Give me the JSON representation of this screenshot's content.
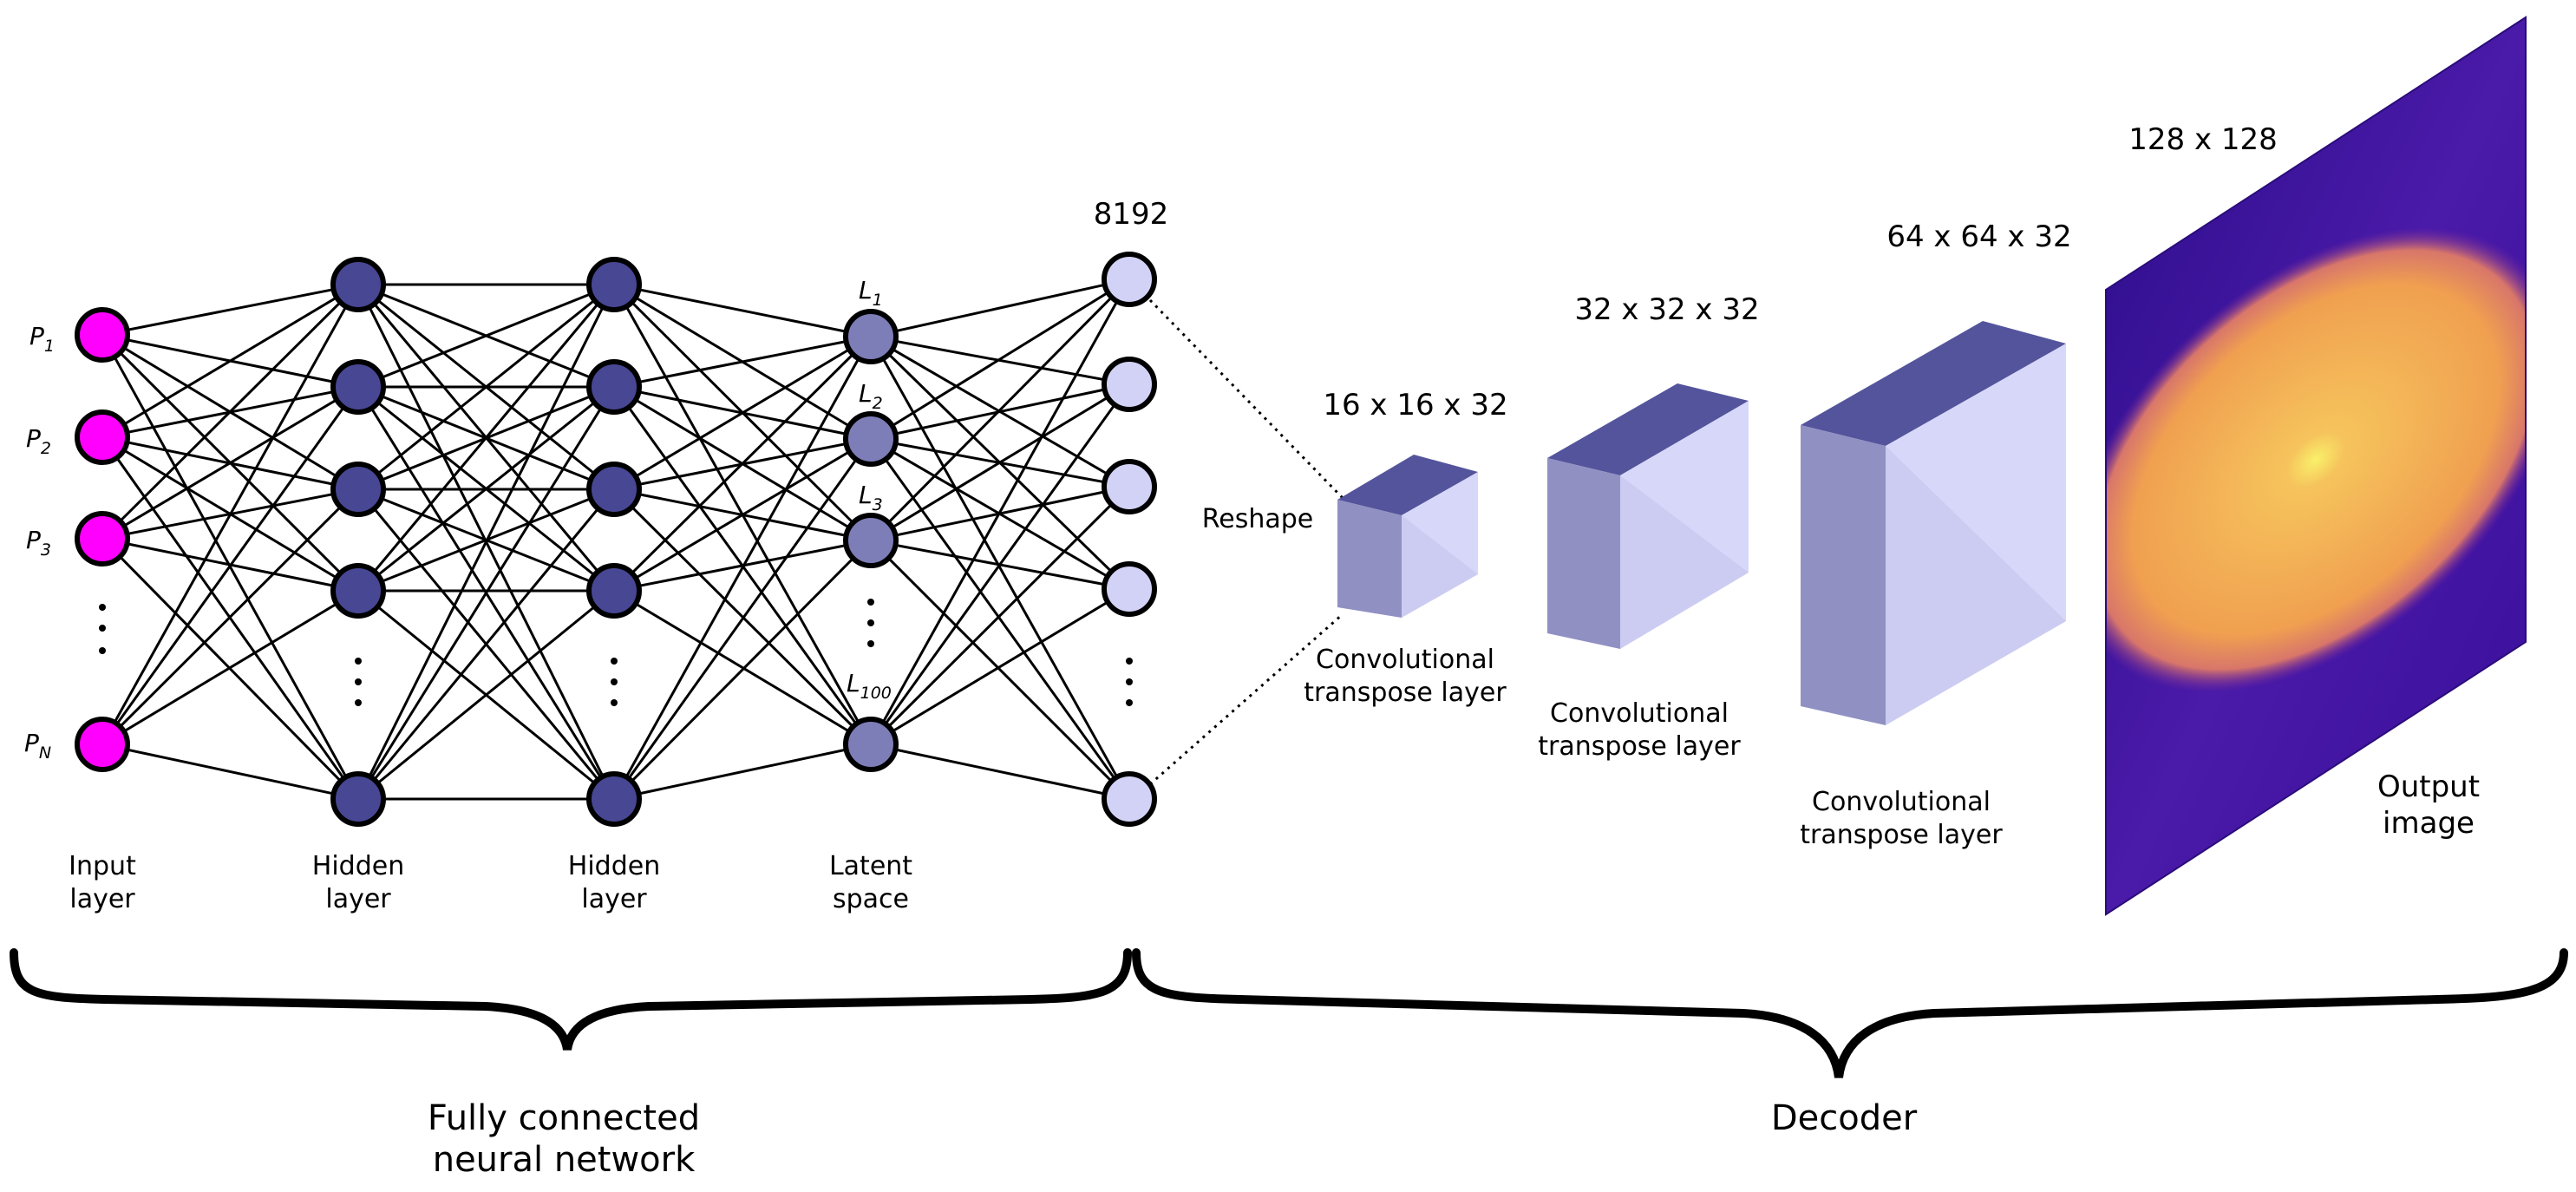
{
  "network": {
    "input_labels": [
      {
        "base": "P",
        "sub": "1"
      },
      {
        "base": "P",
        "sub": "2"
      },
      {
        "base": "P",
        "sub": "3"
      },
      {
        "base": "P",
        "sub": "N"
      }
    ],
    "latent_labels": [
      {
        "base": "L",
        "sub": "1"
      },
      {
        "base": "L",
        "sub": "2"
      },
      {
        "base": "L",
        "sub": "3"
      },
      {
        "base": "L",
        "sub": "100"
      }
    ],
    "layer_captions": {
      "input": [
        "Input",
        "layer"
      ],
      "hidden1": [
        "Hidden",
        "layer"
      ],
      "hidden2": [
        "Hidden",
        "layer"
      ],
      "latent": [
        "Latent",
        "space"
      ]
    },
    "dense_size": "8192"
  },
  "decoder": {
    "reshape_label": "Reshape",
    "blocks": [
      {
        "dims": "16 x 16 x 32",
        "caption": [
          "Convolutional",
          "transpose layer"
        ]
      },
      {
        "dims": "32 x 32 x 32",
        "caption": [
          "Convolutional",
          "transpose layer"
        ]
      },
      {
        "dims": "64 x 64 x 32",
        "caption": [
          "Convolutional",
          "transpose layer"
        ]
      }
    ],
    "output": {
      "dims": "128 x 128",
      "caption": [
        "Output",
        "image"
      ]
    }
  },
  "sections": {
    "left": [
      "Fully connected",
      "neural network"
    ],
    "right": [
      "Decoder"
    ]
  },
  "colors": {
    "input_node": "#ff00ff",
    "hidden_node": "#474793",
    "latent_node": "#7d7db8",
    "dense_node": "#d2d2f6",
    "cube_front": "#8484bd",
    "cube_top": "#4b4b97",
    "cube_side": "#d3d3f8",
    "image_bg": "#3a0d9e",
    "image_glow": "#f5a94f"
  }
}
